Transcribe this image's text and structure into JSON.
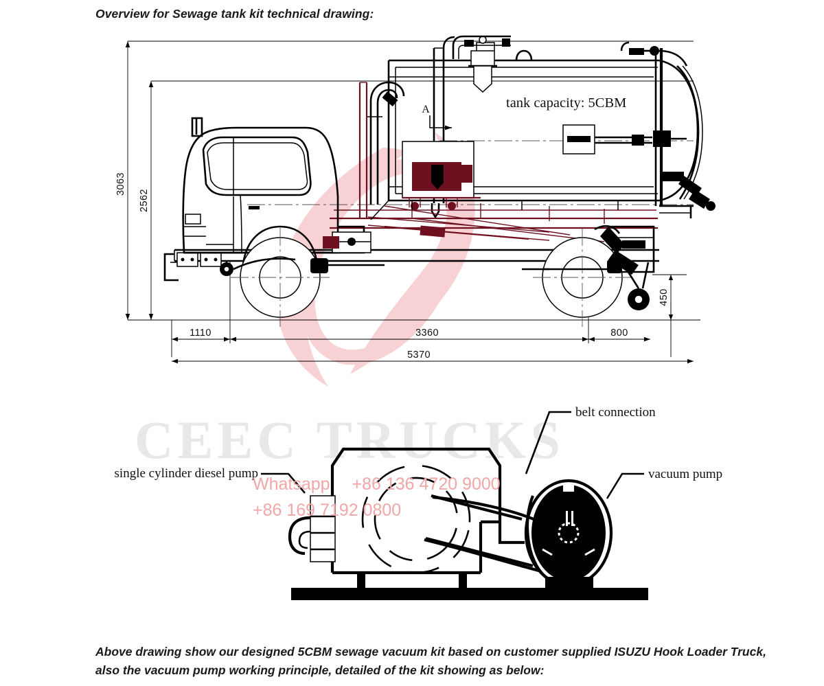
{
  "document": {
    "intro": "Overview for Sewage tank kit technical drawing:",
    "footer": "Above drawing show our designed 5CBM sewage vacuum kit based on customer supplied ISUZU Hook Loader Truck, also the vacuum pump working principle, detailed of the kit showing as below:"
  },
  "watermark": {
    "brand": "CEEC TRUCKS",
    "contact_line_1": "Whatsapp　 +86 136 4720 9000",
    "contact_line_2": "+86 169 7192 0800",
    "brand_color": "#e8e8e8",
    "contact_color": "#f2a6a6",
    "swoosh_color": "#f3b6bb"
  },
  "truck_drawing": {
    "title_note": "tank capacity: 5CBM",
    "section_marker": "A",
    "dimensions": {
      "overall_height": "3063",
      "cab_tank_height": "2562",
      "rear_roller_height": "450",
      "front_overhang": "1110",
      "wheelbase": "3360",
      "rear_overhang": "800",
      "total_length": "5370"
    }
  },
  "pump_drawing": {
    "labels": {
      "diesel_pump": "single cylinder diesel pump",
      "belt": "belt connection",
      "vacuum_pump": "vacuum pump"
    }
  }
}
